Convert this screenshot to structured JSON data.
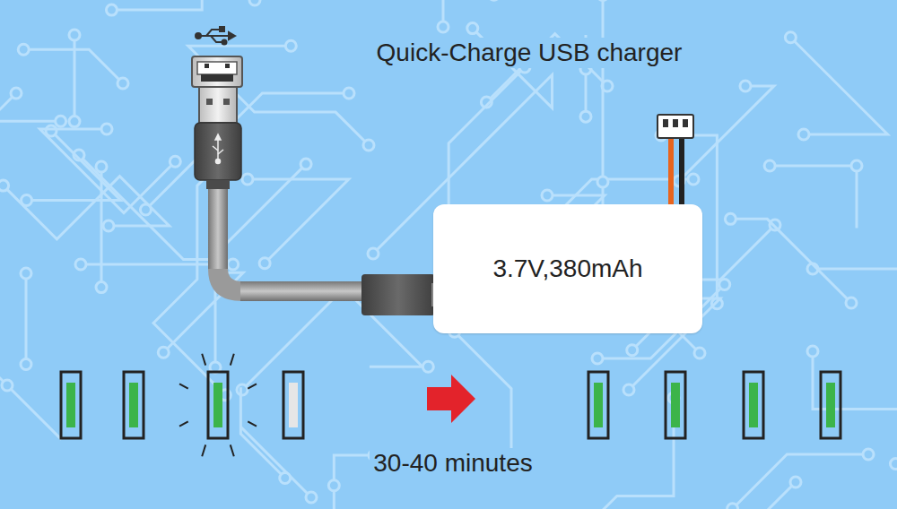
{
  "diagram": {
    "title": "Quick-Charge USB charger",
    "nodes": [
      {
        "text": [
          "3.7V,380mAh"
        ]
      }
    ],
    "labels": [
      "30-40 minutes"
    ]
  }
}
